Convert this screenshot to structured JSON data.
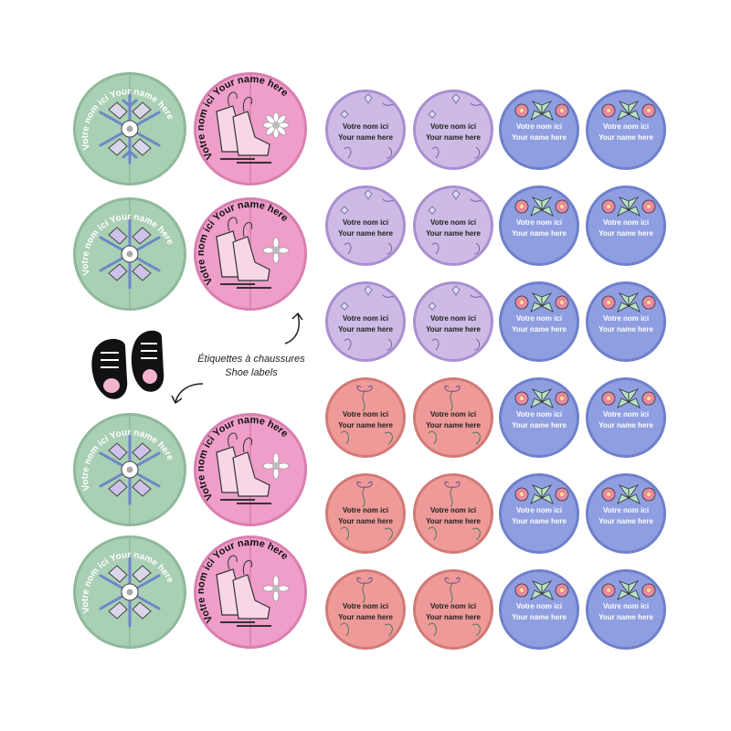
{
  "shoe_labels": {
    "text_fr": "Votre nom ici",
    "text_en": "Your name here"
  },
  "name_labels": {
    "line1": "Votre nom ici",
    "line2": "Your name here"
  },
  "caption": {
    "line1": "Étiquettes à chaussures",
    "line2": "Shoe labels"
  },
  "icons": [
    "snowflake-icon",
    "ice-skates-icon",
    "daisy-icon",
    "sneakers-icon",
    "curved-arrow-icon",
    "ribbon-bow-icon",
    "pink-flower-icon",
    "green-leaf-icon"
  ],
  "colors": {
    "green": "#a9cfb4",
    "pink": "#ee9ec9",
    "lilac": "#cdbbe6",
    "coral": "#ee9a98",
    "blue": "#8e9ee0"
  }
}
